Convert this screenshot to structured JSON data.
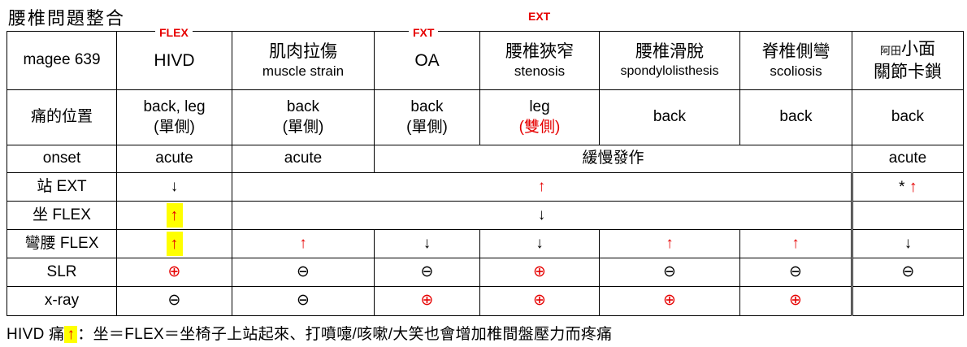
{
  "title": "腰椎問題整合",
  "top_labels": {
    "flex": "FLEX",
    "fxt": "FXT",
    "ext": "EXT"
  },
  "colors": {
    "red": "#e60000",
    "highlight": "#ffff00",
    "border": "#000000",
    "background": "#ffffff"
  },
  "header": {
    "corner": "magee 639",
    "cols": [
      {
        "line1": "HIVD",
        "line2": ""
      },
      {
        "line1": "肌肉拉傷",
        "line2": "muscle strain"
      },
      {
        "line1": "OA",
        "line2": ""
      },
      {
        "line1": "腰椎狹窄",
        "line2": "stenosis"
      },
      {
        "line1": "腰椎滑脫",
        "line2": "spondylolisthesis"
      },
      {
        "line1": "脊椎側彎",
        "line2": "scoliosis"
      },
      {
        "prefix": "阿田",
        "line1": "小面",
        "line2": "關節卡鎖"
      }
    ]
  },
  "rows": {
    "pain": {
      "label": "痛的位置",
      "cells": [
        {
          "line1": "back, leg",
          "line2": "(單側)"
        },
        {
          "line1": "back",
          "line2": "(單側)"
        },
        {
          "line1": "back",
          "line2": "(單側)"
        },
        {
          "line1": "leg",
          "line2": "(雙側)"
        },
        {
          "line1": "back",
          "line2": ""
        },
        {
          "line1": "back",
          "line2": ""
        },
        {
          "line1": "back",
          "line2": ""
        }
      ]
    },
    "onset": {
      "label": "onset",
      "cells": [
        "acute",
        "acute"
      ],
      "merged": "緩慢發作",
      "last": "acute"
    },
    "stand_ext": {
      "label": "站 EXT",
      "hivd": "↓",
      "merged": "↑",
      "last_star": "*",
      "last_arrow": "↑"
    },
    "sit_flex": {
      "label": "坐 FLEX",
      "hivd": "↑",
      "merged": "↓",
      "last": ""
    },
    "bend_flex": {
      "label": "彎腰 FLEX",
      "cells": [
        "↑",
        "↑",
        "↓",
        "↓",
        "↑",
        "↑",
        "↓"
      ]
    },
    "slr": {
      "label": "SLR",
      "cells": [
        "⊕",
        "⊖",
        "⊖",
        "⊕",
        "⊖",
        "⊖",
        "⊖"
      ]
    },
    "xray": {
      "label": "x-ray",
      "cells": [
        "⊖",
        "⊖",
        "⊕",
        "⊕",
        "⊕",
        "⊕",
        ""
      ]
    }
  },
  "note": {
    "prefix": "HIVD 痛",
    "arrow": "↑",
    "text": "：坐＝FLEX＝坐椅子上站起來、打噴嚏/咳嗽/大笑也會增加椎間盤壓力而疼痛"
  }
}
